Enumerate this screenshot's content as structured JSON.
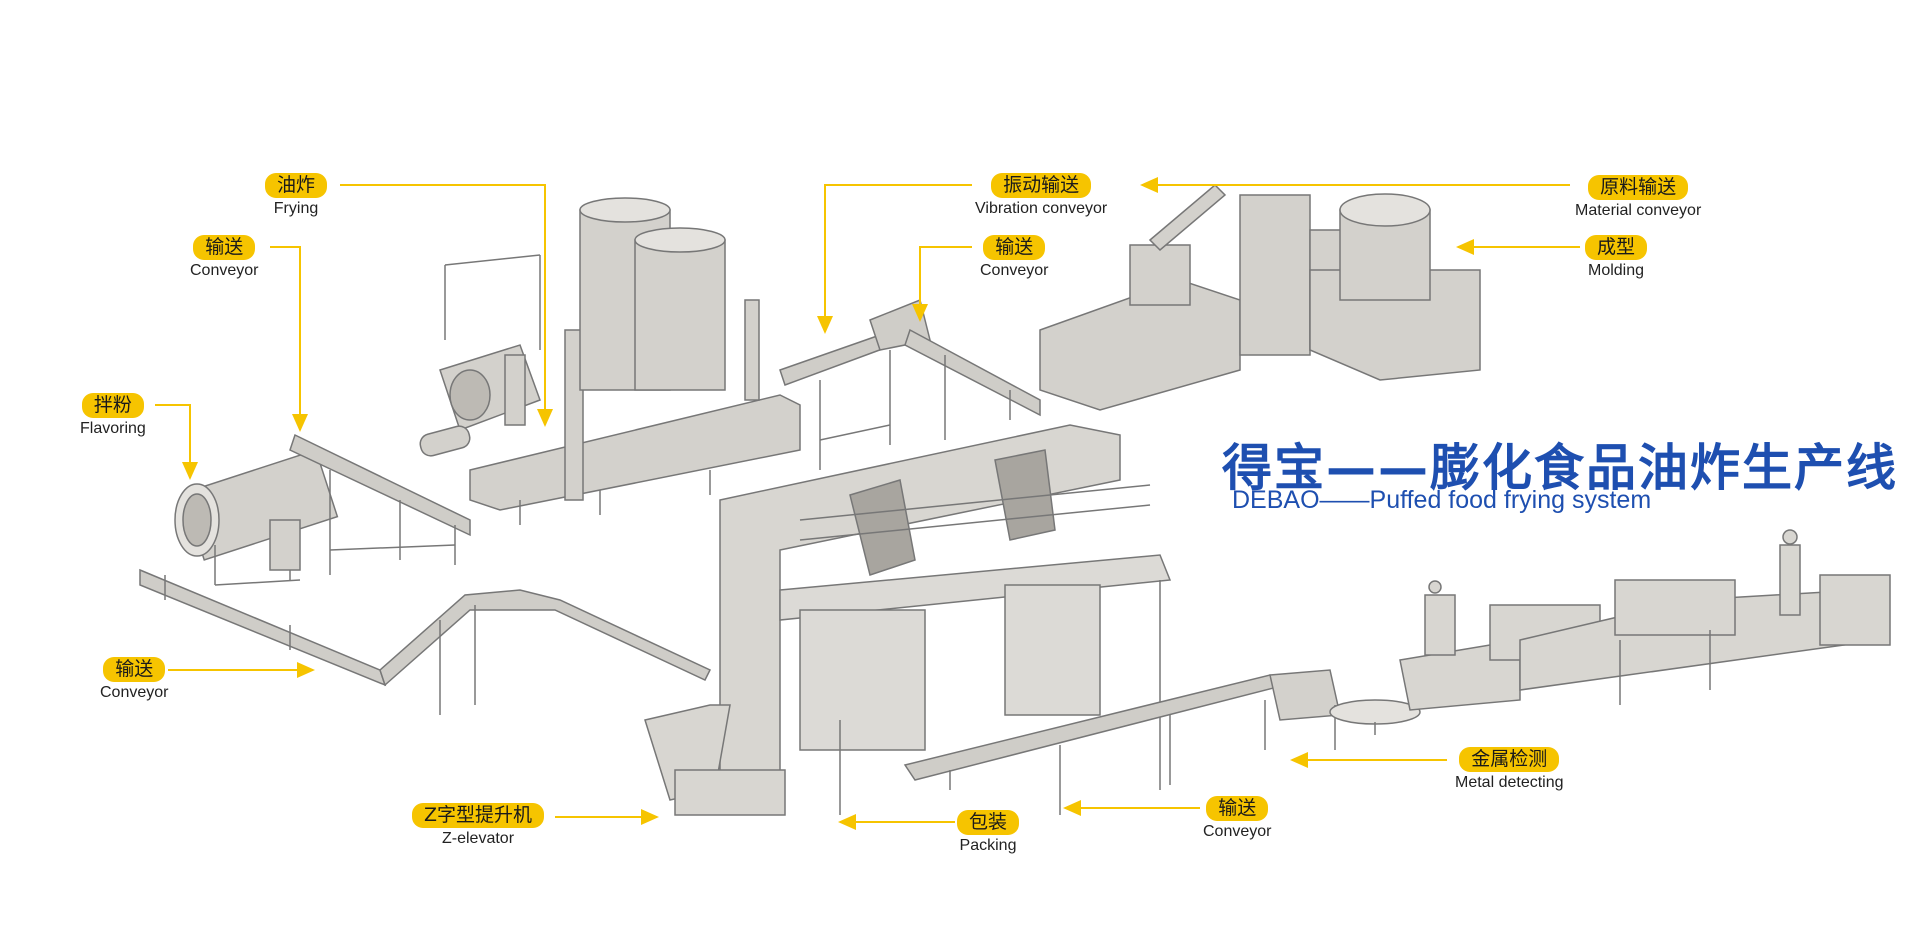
{
  "title": {
    "cn": "得宝——膨化食品油炸生产线",
    "en": "DEBAO——Puffed food frying system"
  },
  "colors": {
    "accent": "#f6c400",
    "title": "#1e4fb0",
    "machine": "#d3d1cc"
  },
  "callouts": {
    "frying": {
      "cn": "油炸",
      "en": "Frying"
    },
    "conveyor_top_left": {
      "cn": "输送",
      "en": "Conveyor"
    },
    "flavoring": {
      "cn": "拌粉",
      "en": "Flavoring"
    },
    "vibration_conveyor": {
      "cn": "振动输送",
      "en": "Vibration conveyor"
    },
    "conveyor_top_mid": {
      "cn": "输送",
      "en": "Conveyor"
    },
    "material_conveyor": {
      "cn": "原料输送",
      "en": "Material conveyor"
    },
    "molding": {
      "cn": "成型",
      "en": "Molding"
    },
    "conveyor_left": {
      "cn": "输送",
      "en": "Conveyor"
    },
    "z_elevator": {
      "cn": "Z字型提升机",
      "en": "Z-elevator"
    },
    "packing": {
      "cn": "包装",
      "en": "Packing"
    },
    "conveyor_bottom": {
      "cn": "输送",
      "en": "Conveyor"
    },
    "metal_detecting": {
      "cn": "金属检测",
      "en": "Metal detecting"
    }
  }
}
